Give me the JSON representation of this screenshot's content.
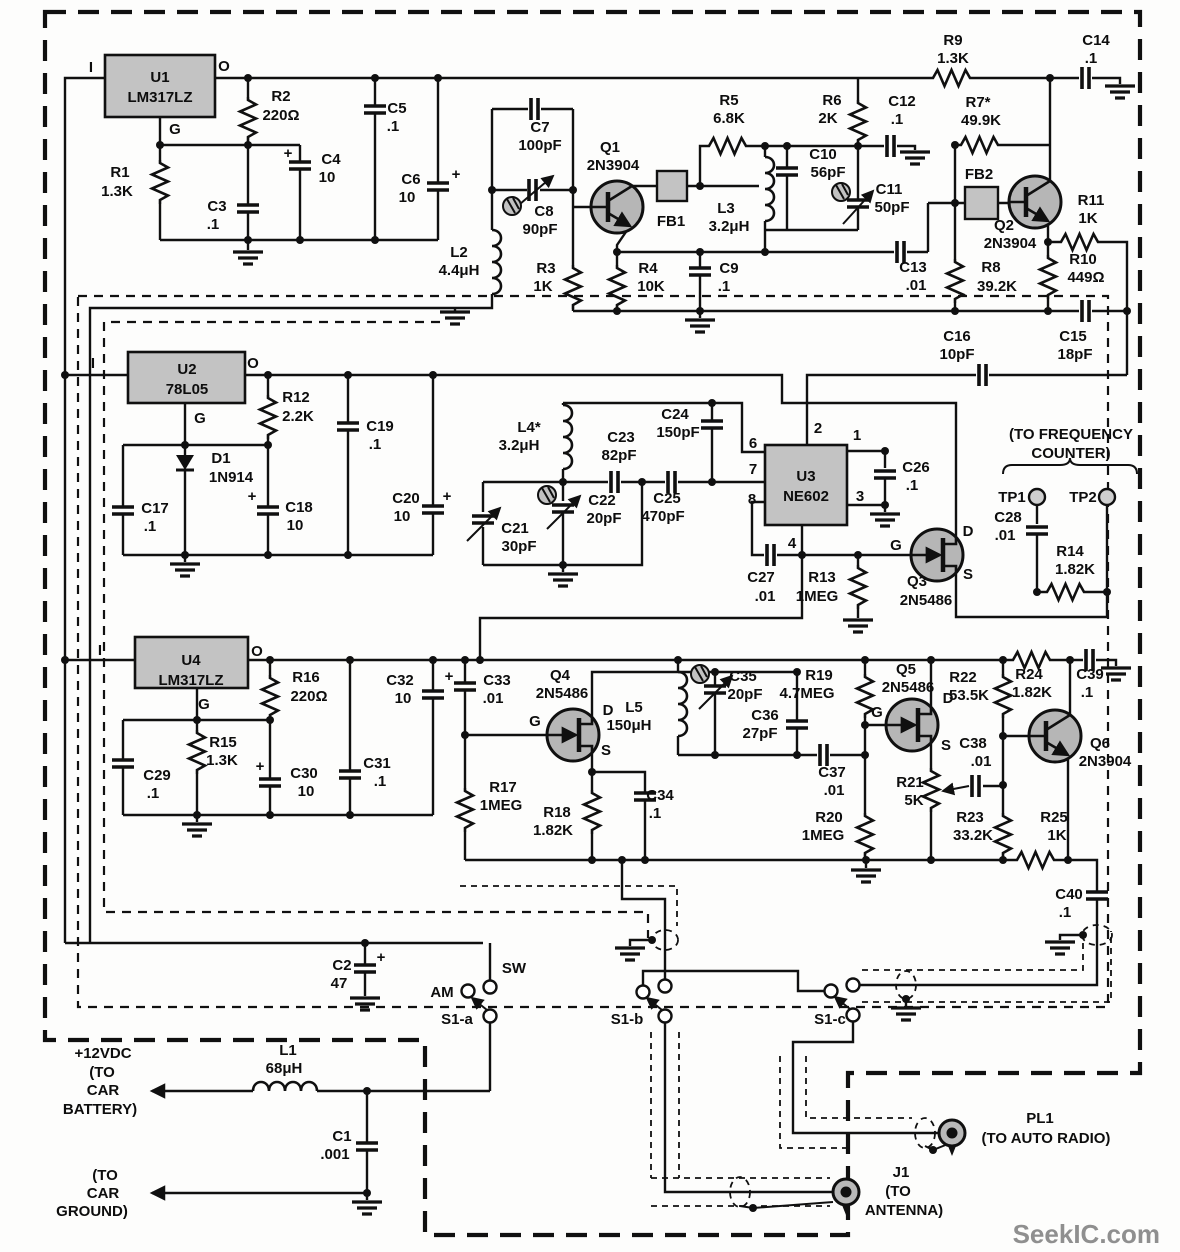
{
  "labels": {
    "u1": [
      "U1",
      "LM317LZ"
    ],
    "u2": [
      "U2",
      "78L05"
    ],
    "u3": [
      "U3",
      "NE602"
    ],
    "u4": [
      "U4",
      "LM317LZ"
    ],
    "q1": [
      "Q1",
      "2N3904"
    ],
    "q2": [
      "Q2",
      "2N3904"
    ],
    "q3": [
      "Q3",
      "2N5486"
    ],
    "q4": [
      "Q4",
      "2N5486"
    ],
    "q5": [
      "Q5",
      "2N5486"
    ],
    "q6": [
      "Q6",
      "2N3904"
    ],
    "fb1": [
      "FB1"
    ],
    "fb2": [
      "FB2"
    ],
    "d1": [
      "D1",
      "1N914"
    ],
    "r1": [
      "R1",
      "1.3K"
    ],
    "r2": [
      "R2",
      "220Ω"
    ],
    "r3": [
      "R3",
      "1K"
    ],
    "r4": [
      "R4",
      "10K"
    ],
    "r5": [
      "R5",
      "6.8K"
    ],
    "r6": [
      "R6",
      "2K"
    ],
    "r7": [
      "R7*",
      "49.9K"
    ],
    "r8": [
      "R8",
      "39.2K"
    ],
    "r9": [
      "R9",
      "1.3K"
    ],
    "r10": [
      "R10",
      "449Ω"
    ],
    "r11": [
      "R11",
      "1K"
    ],
    "r12": [
      "R12",
      "2.2K"
    ],
    "r13": [
      "R13",
      "1MEG"
    ],
    "r14": [
      "R14",
      "1.82K"
    ],
    "r15": [
      "R15",
      "1.3K"
    ],
    "r16": [
      "R16",
      "220Ω"
    ],
    "r17": [
      "R17",
      "1MEG"
    ],
    "r18": [
      "R18",
      "1.82K"
    ],
    "r19": [
      "R19",
      "4.7MEG"
    ],
    "r20": [
      "R20",
      "1MEG"
    ],
    "r21": [
      "R21",
      "5K"
    ],
    "r22": [
      "R22",
      "53.5K"
    ],
    "r23": [
      "R23",
      "33.2K"
    ],
    "r24": [
      "R24",
      "1.82K"
    ],
    "r25": [
      "R25",
      "1K"
    ],
    "c1": [
      "C1",
      ".001"
    ],
    "c2": [
      "C2",
      "47"
    ],
    "c3": [
      "C3",
      ".1"
    ],
    "c4": [
      "C4",
      "10"
    ],
    "c5": [
      "C5",
      ".1"
    ],
    "c6": [
      "C6",
      "10"
    ],
    "c7": [
      "C7",
      "100pF"
    ],
    "c8": [
      "C8",
      "90pF"
    ],
    "c9": [
      "C9",
      ".1"
    ],
    "c10": [
      "C10",
      "56pF"
    ],
    "c11": [
      "C11",
      "50pF"
    ],
    "c12": [
      "C12",
      ".1"
    ],
    "c13": [
      "C13",
      ".01"
    ],
    "c14": [
      "C14",
      ".1"
    ],
    "c15": [
      "C15",
      "18pF"
    ],
    "c16": [
      "C16",
      "10pF"
    ],
    "c17": [
      "C17",
      ".1"
    ],
    "c18": [
      "C18",
      "10"
    ],
    "c19": [
      "C19",
      ".1"
    ],
    "c20": [
      "C20",
      "10"
    ],
    "c21": [
      "C21",
      "30pF"
    ],
    "c22": [
      "C22",
      "20pF"
    ],
    "c23": [
      "C23",
      "82pF"
    ],
    "c24": [
      "C24",
      "150pF"
    ],
    "c25": [
      "C25",
      "470pF"
    ],
    "c26": [
      "C26",
      ".1"
    ],
    "c27": [
      "C27",
      ".01"
    ],
    "c28": [
      "C28",
      ".01"
    ],
    "c29": [
      "C29",
      ".1"
    ],
    "c30": [
      "C30",
      "10"
    ],
    "c31": [
      "C31",
      ".1"
    ],
    "c32": [
      "C32",
      "10"
    ],
    "c33": [
      "C33",
      ".01"
    ],
    "c34": [
      "C34",
      ".1"
    ],
    "c35": [
      "C35",
      "20pF"
    ],
    "c36": [
      "C36",
      "27pF"
    ],
    "c37": [
      "C37",
      ".01"
    ],
    "c38": [
      "C38",
      ".01"
    ],
    "c39": [
      "C39",
      ".1"
    ],
    "c40": [
      "C40",
      ".1"
    ],
    "l1": [
      "L1",
      "68μH"
    ],
    "l2": [
      "L2",
      "4.4μH"
    ],
    "l3": [
      "L3",
      "3.2μH"
    ],
    "l4": [
      "L4*",
      "3.2μH"
    ],
    "l5": [
      "L5",
      "150μH"
    ],
    "tp1": [
      "TP1"
    ],
    "tp2": [
      "TP2"
    ],
    "s1a": [
      "S1-a"
    ],
    "s1b": [
      "S1-b"
    ],
    "s1c": [
      "S1-c"
    ],
    "sw": [
      "SW"
    ],
    "am": [
      "AM"
    ],
    "pl1": [
      "PL1",
      "(TO AUTO RADIO)"
    ],
    "j1": [
      "J1",
      "(TO",
      "ANTENNA)"
    ],
    "freq": [
      "(TO FREQUENCY",
      "COUNTER)"
    ],
    "battery": [
      "+12VDC",
      "(TO",
      "CAR",
      "BATTERY)"
    ],
    "carground": [
      "(TO",
      "CAR",
      "GROUND)"
    ],
    "pins": {
      "i": "I",
      "o": "O",
      "g": "G",
      "d": "D",
      "s": "S"
    },
    "u3pins": [
      "1",
      "2",
      "3",
      "4",
      "6",
      "7",
      "8"
    ],
    "plus": "+",
    "watermark": "SeekIC.com"
  }
}
